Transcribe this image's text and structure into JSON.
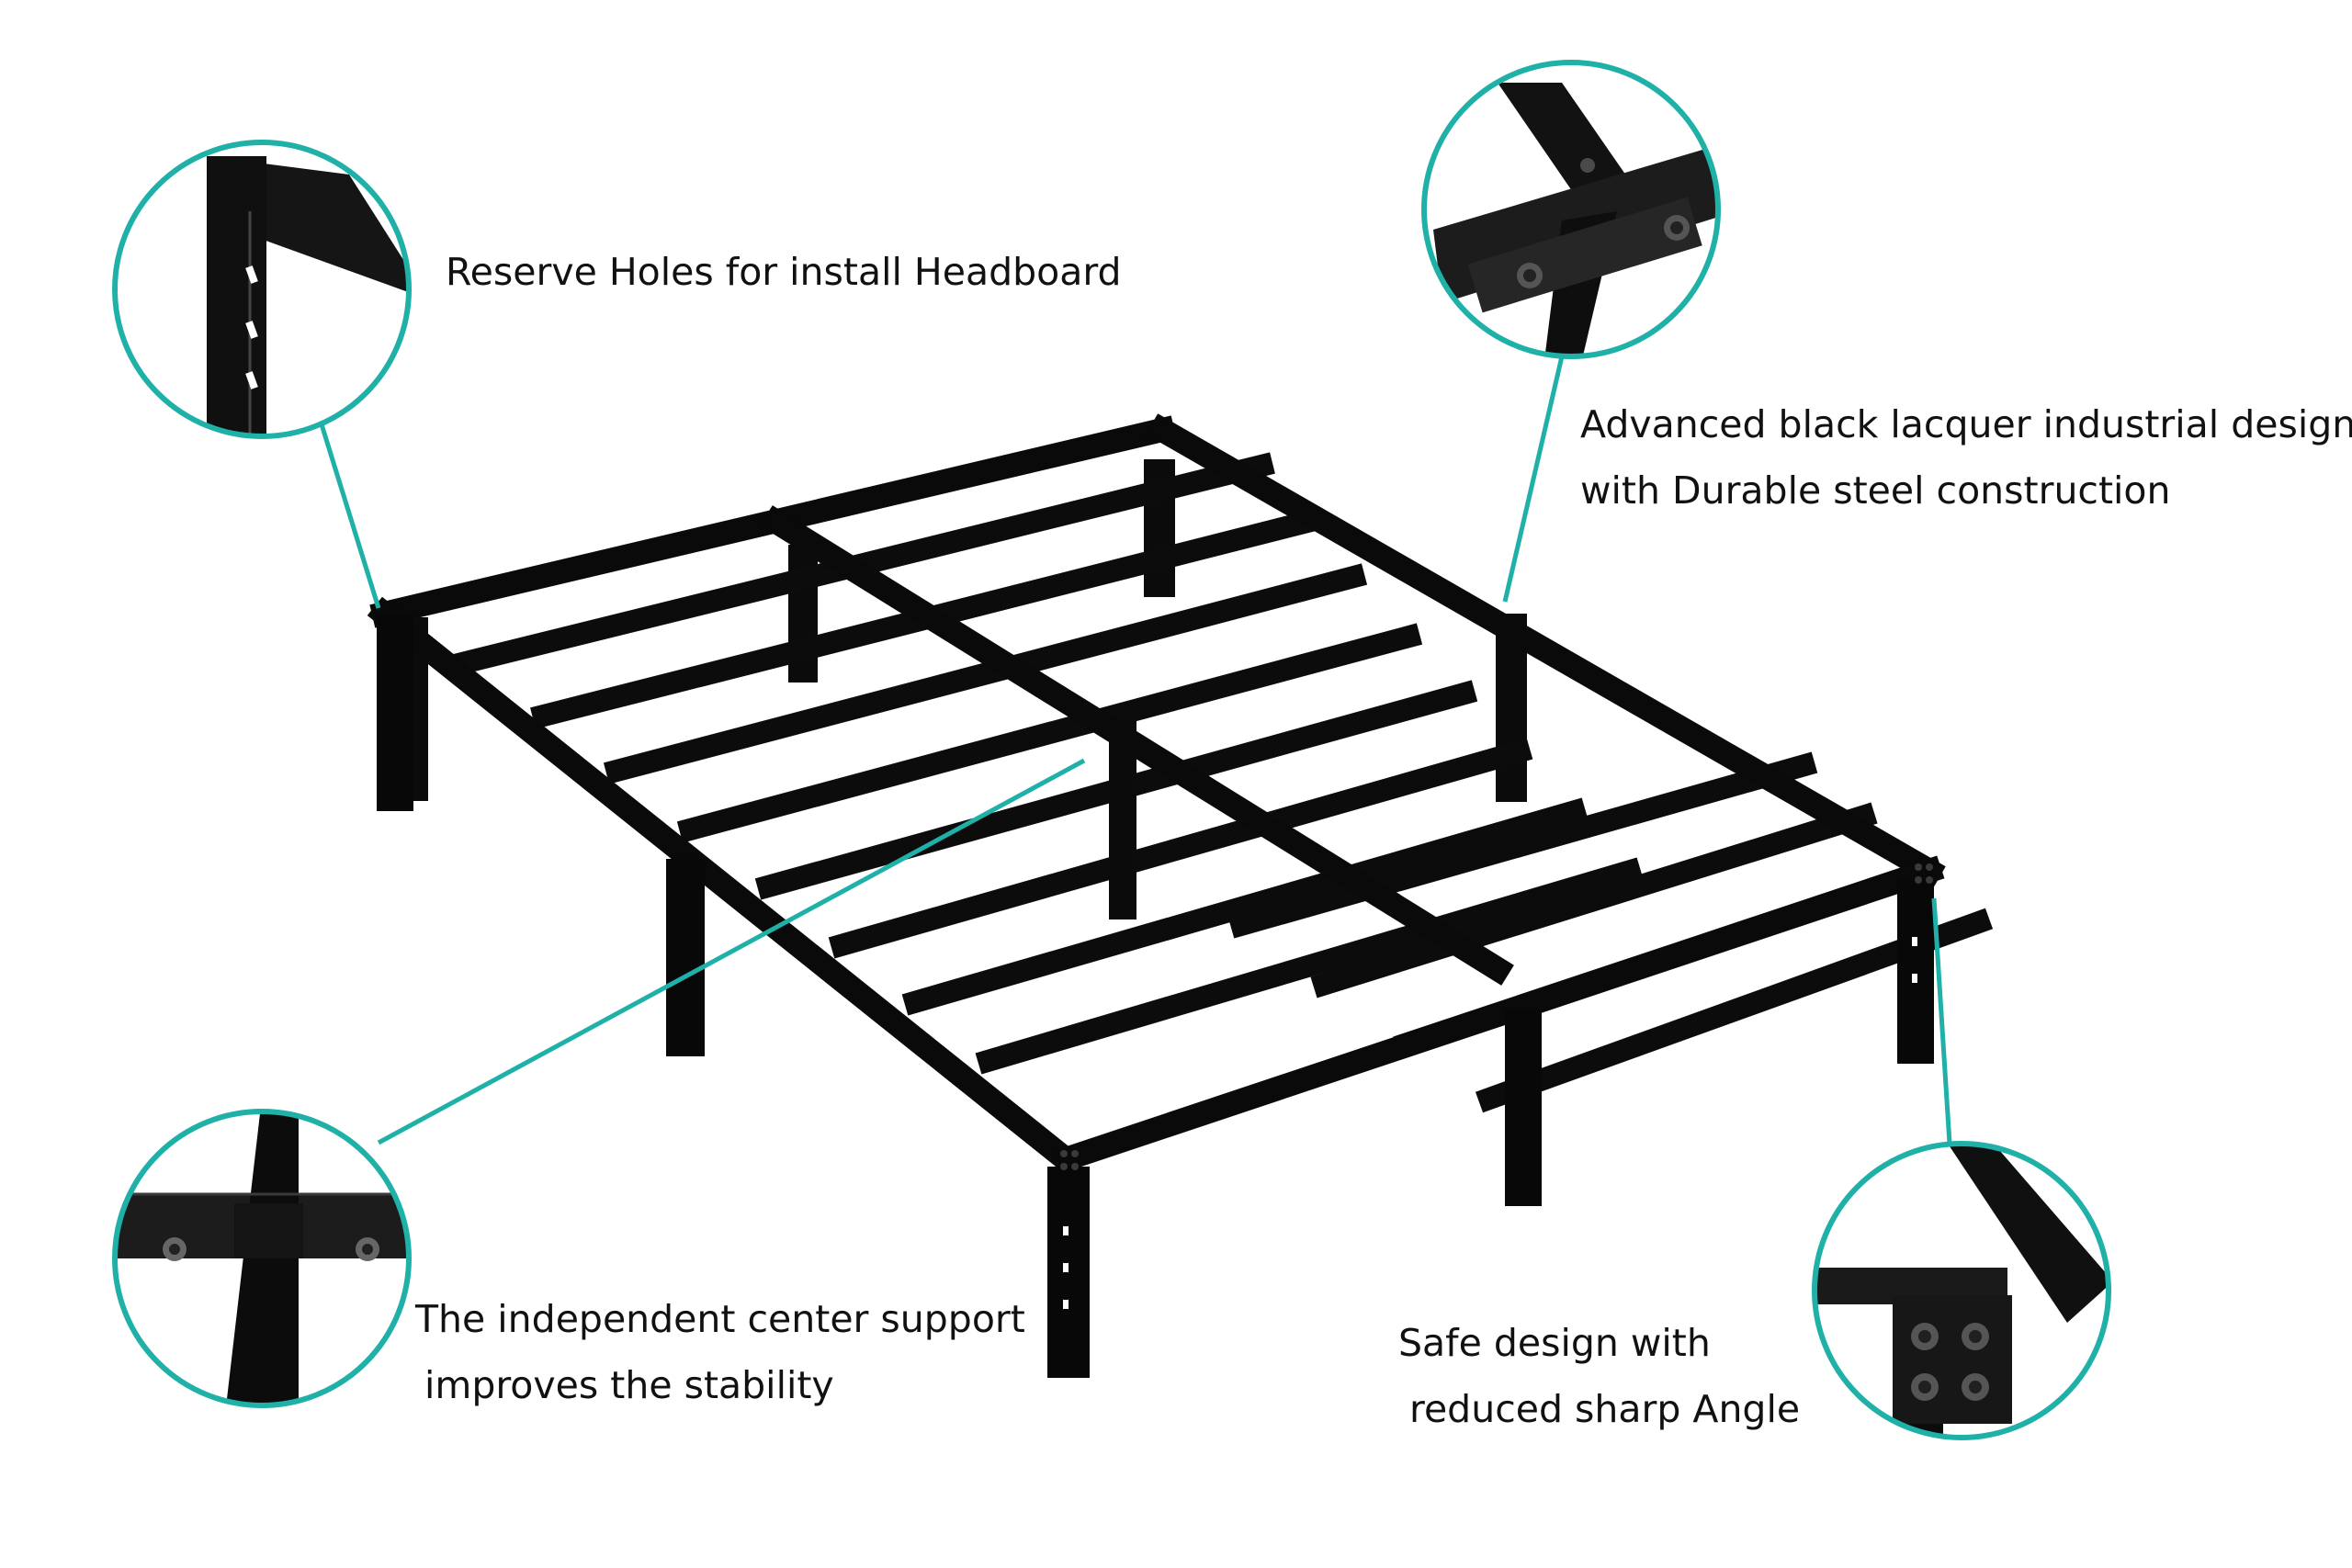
{
  "image": {
    "subject": "black metal platform bed frame",
    "accent_color": "#1fb0a8",
    "frame_color": "#0d0d0d",
    "background_color": "#ffffff"
  },
  "callouts": [
    {
      "id": "headboard-holes",
      "lines": [
        "Reserve Holes for install Headboard"
      ],
      "detail": "headboard leg with reserve holes"
    },
    {
      "id": "lacquer",
      "lines": [
        "Advanced black lacquer industrial design",
        "with Durable steel construction"
      ],
      "detail": "bolted joint close-up"
    },
    {
      "id": "center-support",
      "lines": [
        "The independent center support",
        "improves the stability"
      ],
      "detail": "center rail junction close-up"
    },
    {
      "id": "safe-angle",
      "lines": [
        "Safe design with",
        "reduced sharp Angle"
      ],
      "detail": "corner bracket close-up"
    }
  ]
}
